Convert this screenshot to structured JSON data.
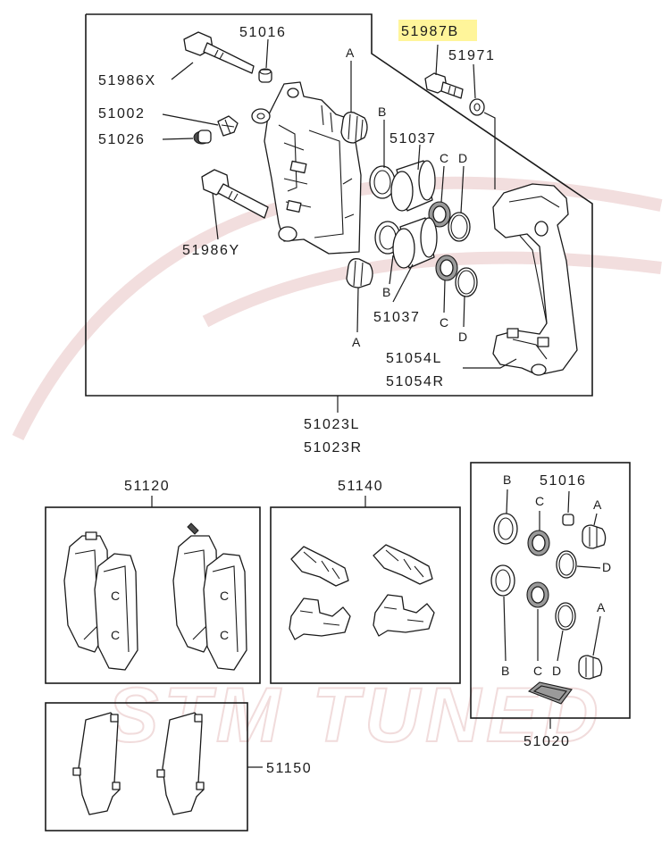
{
  "watermark": {
    "text": "STM TUNED"
  },
  "highlight_color": "#fff59a",
  "main_box": {
    "labels": {
      "bolt_pin_x": "51986X",
      "boot_top": "51016",
      "bleeder_screw": "51002",
      "bleeder_cap": "51026",
      "bolt_pin_y": "51986Y",
      "caliper_bolt": "51987B",
      "washer": "51971",
      "piston_upper": "51037",
      "piston_lower": "51037",
      "support_l": "51054L",
      "support_r": "51054R",
      "a_top": "A",
      "a_bottom": "A",
      "b_top": "B",
      "b_bottom": "B",
      "c_top": "C",
      "c_bottom": "C",
      "d_top": "D",
      "d_bottom": "D"
    },
    "assembly_l": "51023L",
    "assembly_r": "51023R"
  },
  "pad_set": {
    "label": "51120"
  },
  "clip_set": {
    "label": "51140"
  },
  "seal_kit": {
    "label": "51020",
    "labels": {
      "b_top": "B",
      "boot": "51016",
      "c_top": "C",
      "a_top": "A",
      "d_top": "D",
      "b_bottom": "B",
      "c_bottom": "C",
      "d_bottom": "D",
      "a_bottom": "A"
    }
  },
  "shim_set": {
    "label": "51150"
  }
}
